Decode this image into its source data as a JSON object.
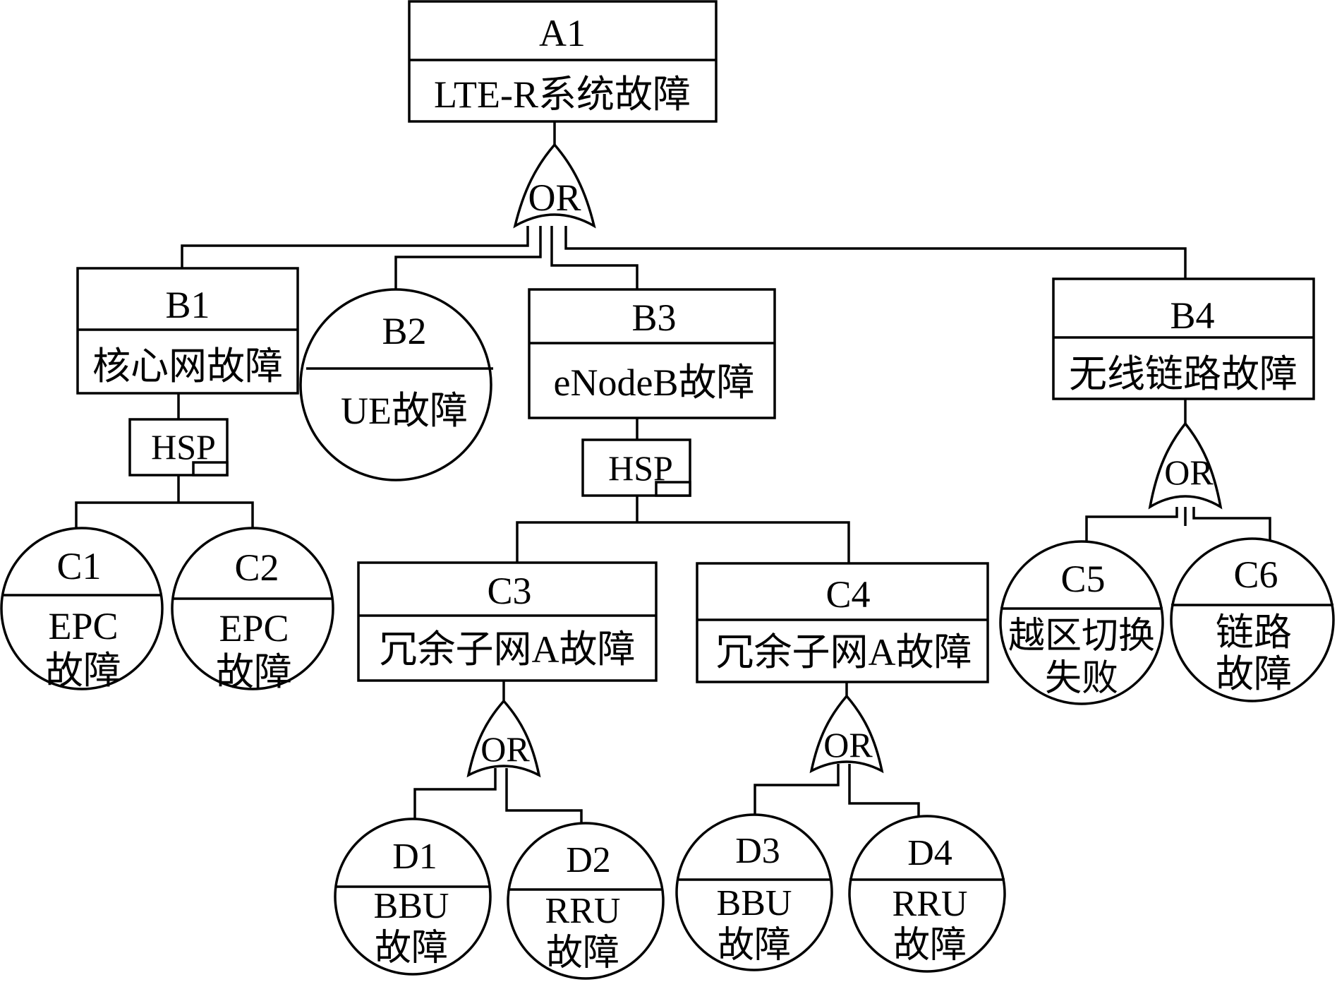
{
  "nodes": {
    "A1": {
      "id": "A1",
      "label": "LTE-R系统故障"
    },
    "B1": {
      "id": "B1",
      "label": "核心网故障"
    },
    "B2": {
      "id": "B2",
      "label": "UE故障"
    },
    "B3": {
      "id": "B3",
      "label": "eNodeB故障"
    },
    "B4": {
      "id": "B4",
      "label": "无线链路故障"
    },
    "C1": {
      "id": "C1",
      "line1": "EPC",
      "line2": "故障"
    },
    "C2": {
      "id": "C2",
      "line1": "EPC",
      "line2": "故障"
    },
    "C3": {
      "id": "C3",
      "label": "冗余子网A故障"
    },
    "C4": {
      "id": "C4",
      "label": "冗余子网A故障"
    },
    "C5": {
      "id": "C5",
      "line1": "越区切换",
      "line2": "失败"
    },
    "C6": {
      "id": "C6",
      "line1": "链路",
      "line2": "故障"
    },
    "D1": {
      "id": "D1",
      "line1": "BBU",
      "line2": "故障"
    },
    "D2": {
      "id": "D2",
      "line1": "RRU",
      "line2": "故障"
    },
    "D3": {
      "id": "D3",
      "line1": "BBU",
      "line2": "故障"
    },
    "D4": {
      "id": "D4",
      "line1": "RRU",
      "line2": "故障"
    }
  },
  "gates": {
    "g_a1": "OR",
    "g_b1": "HSP",
    "g_b3": "HSP",
    "g_b4": "OR",
    "g_c3": "OR",
    "g_c4": "OR"
  }
}
